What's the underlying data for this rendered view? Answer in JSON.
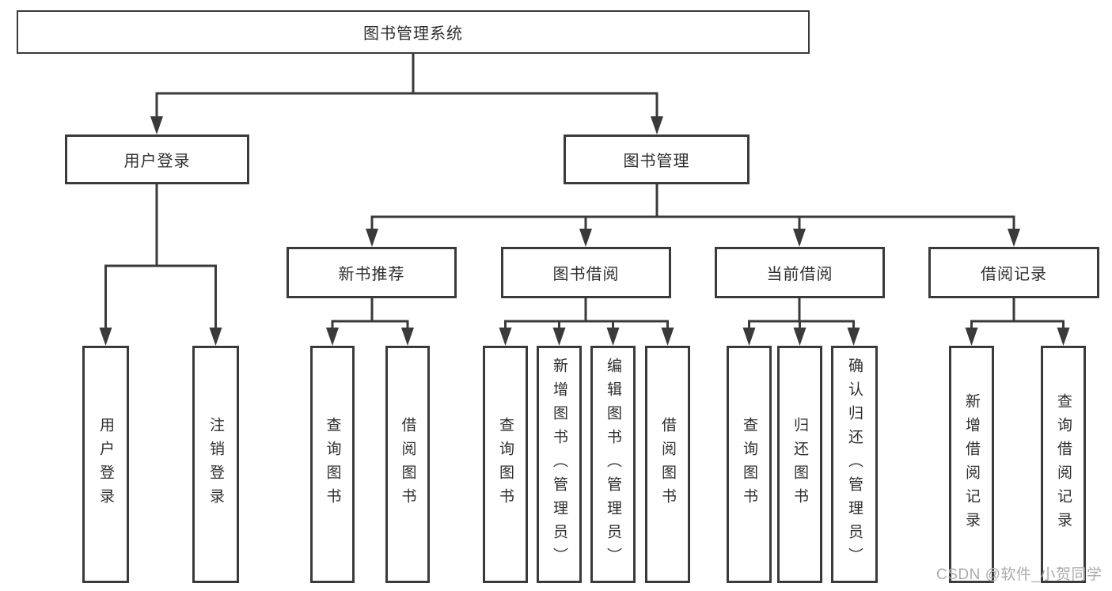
{
  "colors": {
    "line": "#3a3a3a",
    "text": "#2e2e2e",
    "node_fill": "#ffffff",
    "watermark": "#ababab",
    "background": "#ffffff"
  },
  "root": {
    "label": "图书管理系统"
  },
  "level2": {
    "user_login": {
      "label": "用户登录"
    },
    "book_management": {
      "label": "图书管理"
    }
  },
  "level3": {
    "new_book_recommend": {
      "label": "新书推荐"
    },
    "book_borrow": {
      "label": "图书借阅"
    },
    "current_borrow": {
      "label": "当前借阅"
    },
    "borrow_records": {
      "label": "借阅记录"
    }
  },
  "leaves": {
    "user_login": {
      "label": "用户登录"
    },
    "logout": {
      "label": "注销登录"
    },
    "query_book_recommend": {
      "label": "查询图书"
    },
    "borrow_book_recommend": {
      "label": "借阅图书"
    },
    "query_book_borrow": {
      "label": "查询图书"
    },
    "add_book_admin": {
      "label": "新增图书（管理员）"
    },
    "edit_book_admin": {
      "label": "编辑图书（管理员）"
    },
    "borrow_book_borrow": {
      "label": "借阅图书"
    },
    "query_book_current": {
      "label": "查询图书"
    },
    "return_book": {
      "label": "归还图书"
    },
    "confirm_return_admin": {
      "label": "确认归还（管理员）"
    },
    "add_borrow_record": {
      "label": "新增借阅记录"
    },
    "query_borrow_record": {
      "label": "查询借阅记录"
    }
  },
  "watermark": {
    "text": "CSDN @软件_小贺同学"
  }
}
